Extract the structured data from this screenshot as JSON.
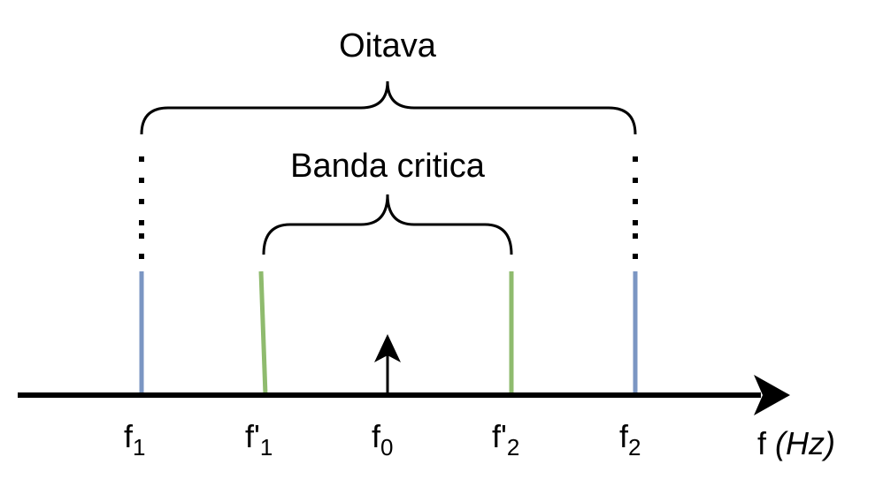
{
  "braces": {
    "outer_label": "Oitava",
    "inner_label": "Banda critica"
  },
  "axis": {
    "ticks": [
      {
        "base": "f",
        "sub": "1"
      },
      {
        "base": "f'",
        "sub": "1"
      },
      {
        "base": "f",
        "sub": "0"
      },
      {
        "base": "f'",
        "sub": "2"
      },
      {
        "base": "f",
        "sub": "2"
      }
    ],
    "unit_label": {
      "var": "f",
      "unit": "(Hz)"
    }
  },
  "colors": {
    "octave_lines": "#7b96c3",
    "critical_band_lines": "#8fbb6e",
    "ink": "#000000"
  }
}
